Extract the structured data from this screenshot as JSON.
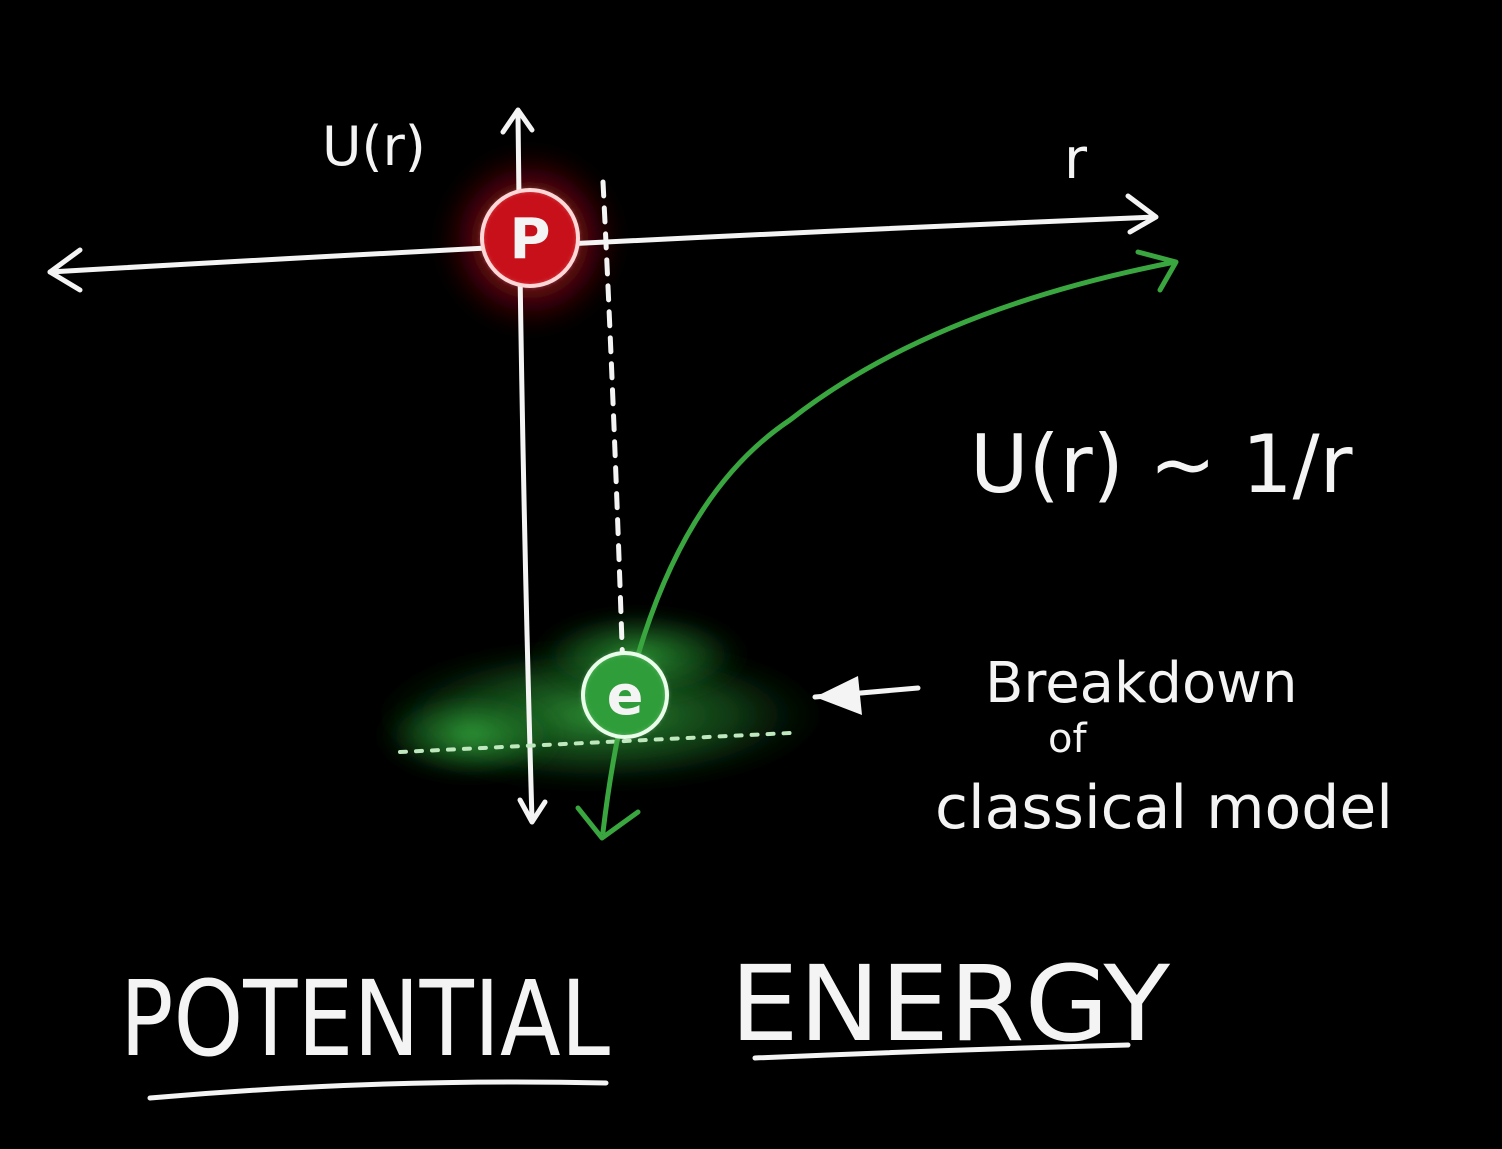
{
  "axes": {
    "vertical_label": "U(r)",
    "horizontal_label": "r"
  },
  "particles": {
    "proton_label": "P",
    "electron_label": "e"
  },
  "formula": "U(r) ~ 1/r",
  "annotation": {
    "line1": "Breakdown",
    "line2": "of",
    "line3": "classical model"
  },
  "title": {
    "word1": "POTENTIAL",
    "word2": "ENERGY"
  },
  "colors": {
    "background": "#000000",
    "chalk": "#f4f4f4",
    "proton": "#c8101a",
    "electron": "#2f9e3a",
    "curve": "#3aa63f"
  }
}
